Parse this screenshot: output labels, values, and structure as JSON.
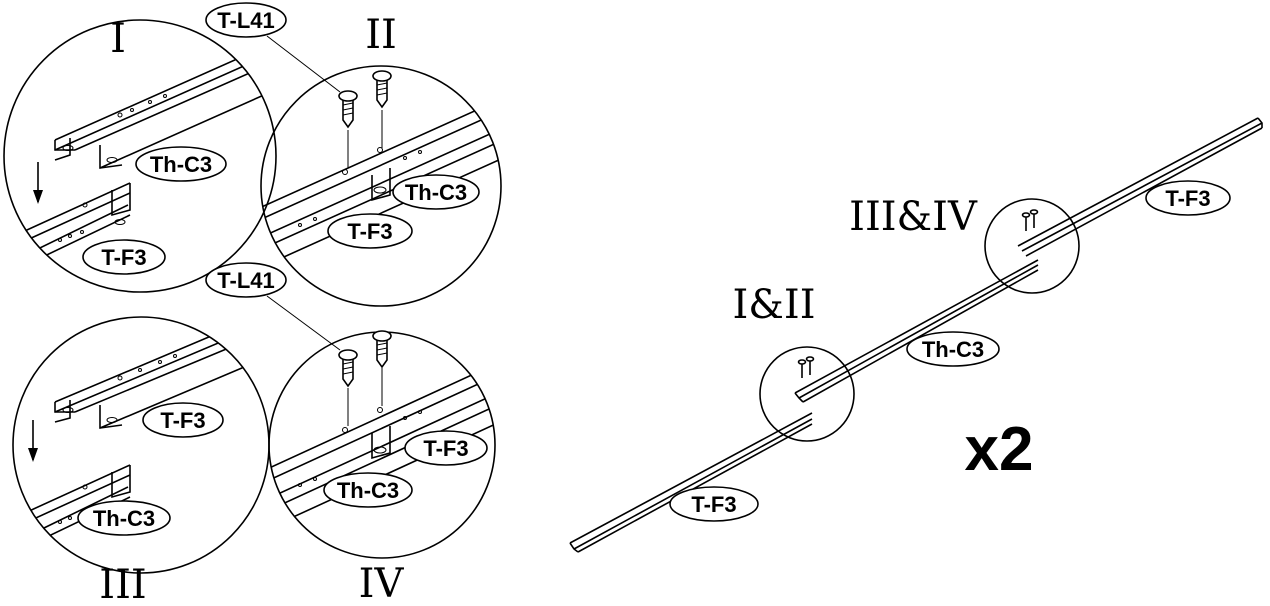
{
  "steps": {
    "s1": {
      "numeral": "I",
      "upper_part": "Th-C3",
      "lower_part": "T-F3"
    },
    "s2": {
      "numeral": "II",
      "screw": "T-L41",
      "upper_part": "Th-C3",
      "lower_part": "T-F3"
    },
    "s3": {
      "numeral": "III",
      "upper_part": "T-F3",
      "lower_part": "Th-C3"
    },
    "s4": {
      "numeral": "IV",
      "screw": "T-L41",
      "upper_part": "T-F3",
      "lower_part": "Th-C3"
    }
  },
  "overview": {
    "joint_a": "I&II",
    "joint_b": "III&IV",
    "part_left": "T-F3",
    "part_middle": "Th-C3",
    "part_right": "T-F3",
    "quantity": "x2"
  }
}
